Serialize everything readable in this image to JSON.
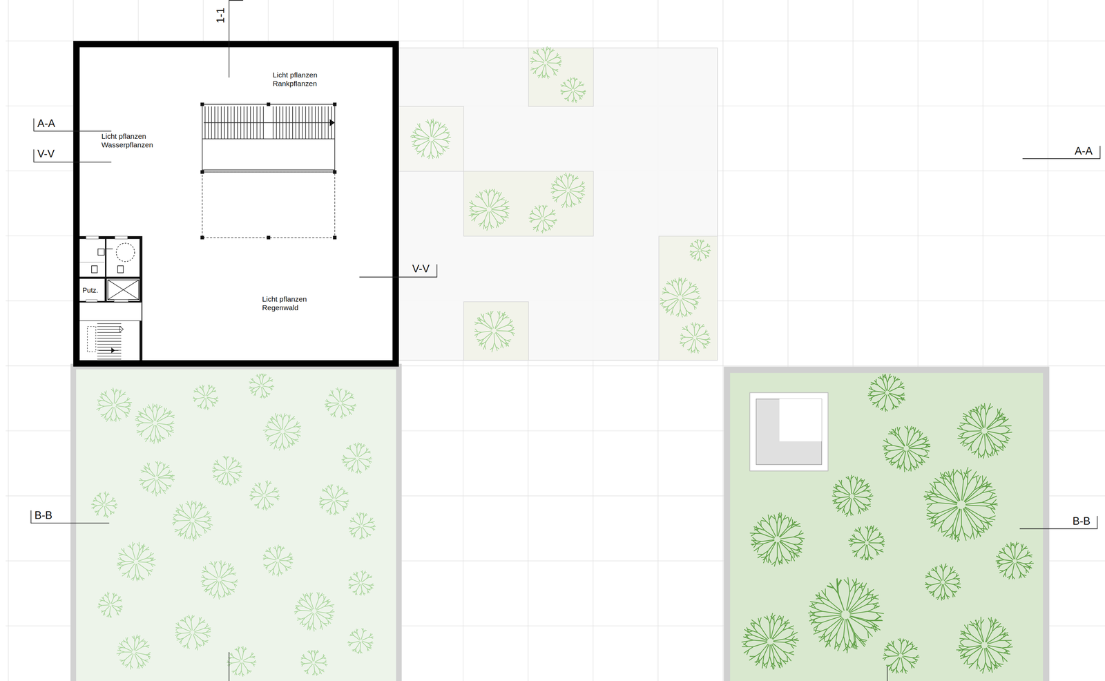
{
  "diagram": {
    "labels": [
      "1-1",
      "Licht pflanzen Rankpflanzen",
      "A-A",
      "Licht pflanzen Wasserpflanzen",
      "A-A",
      "V-V",
      "V-V",
      "Putz.",
      "Licht pflanzen Regenwald",
      "B-B",
      "B-B"
    ]
  }
}
